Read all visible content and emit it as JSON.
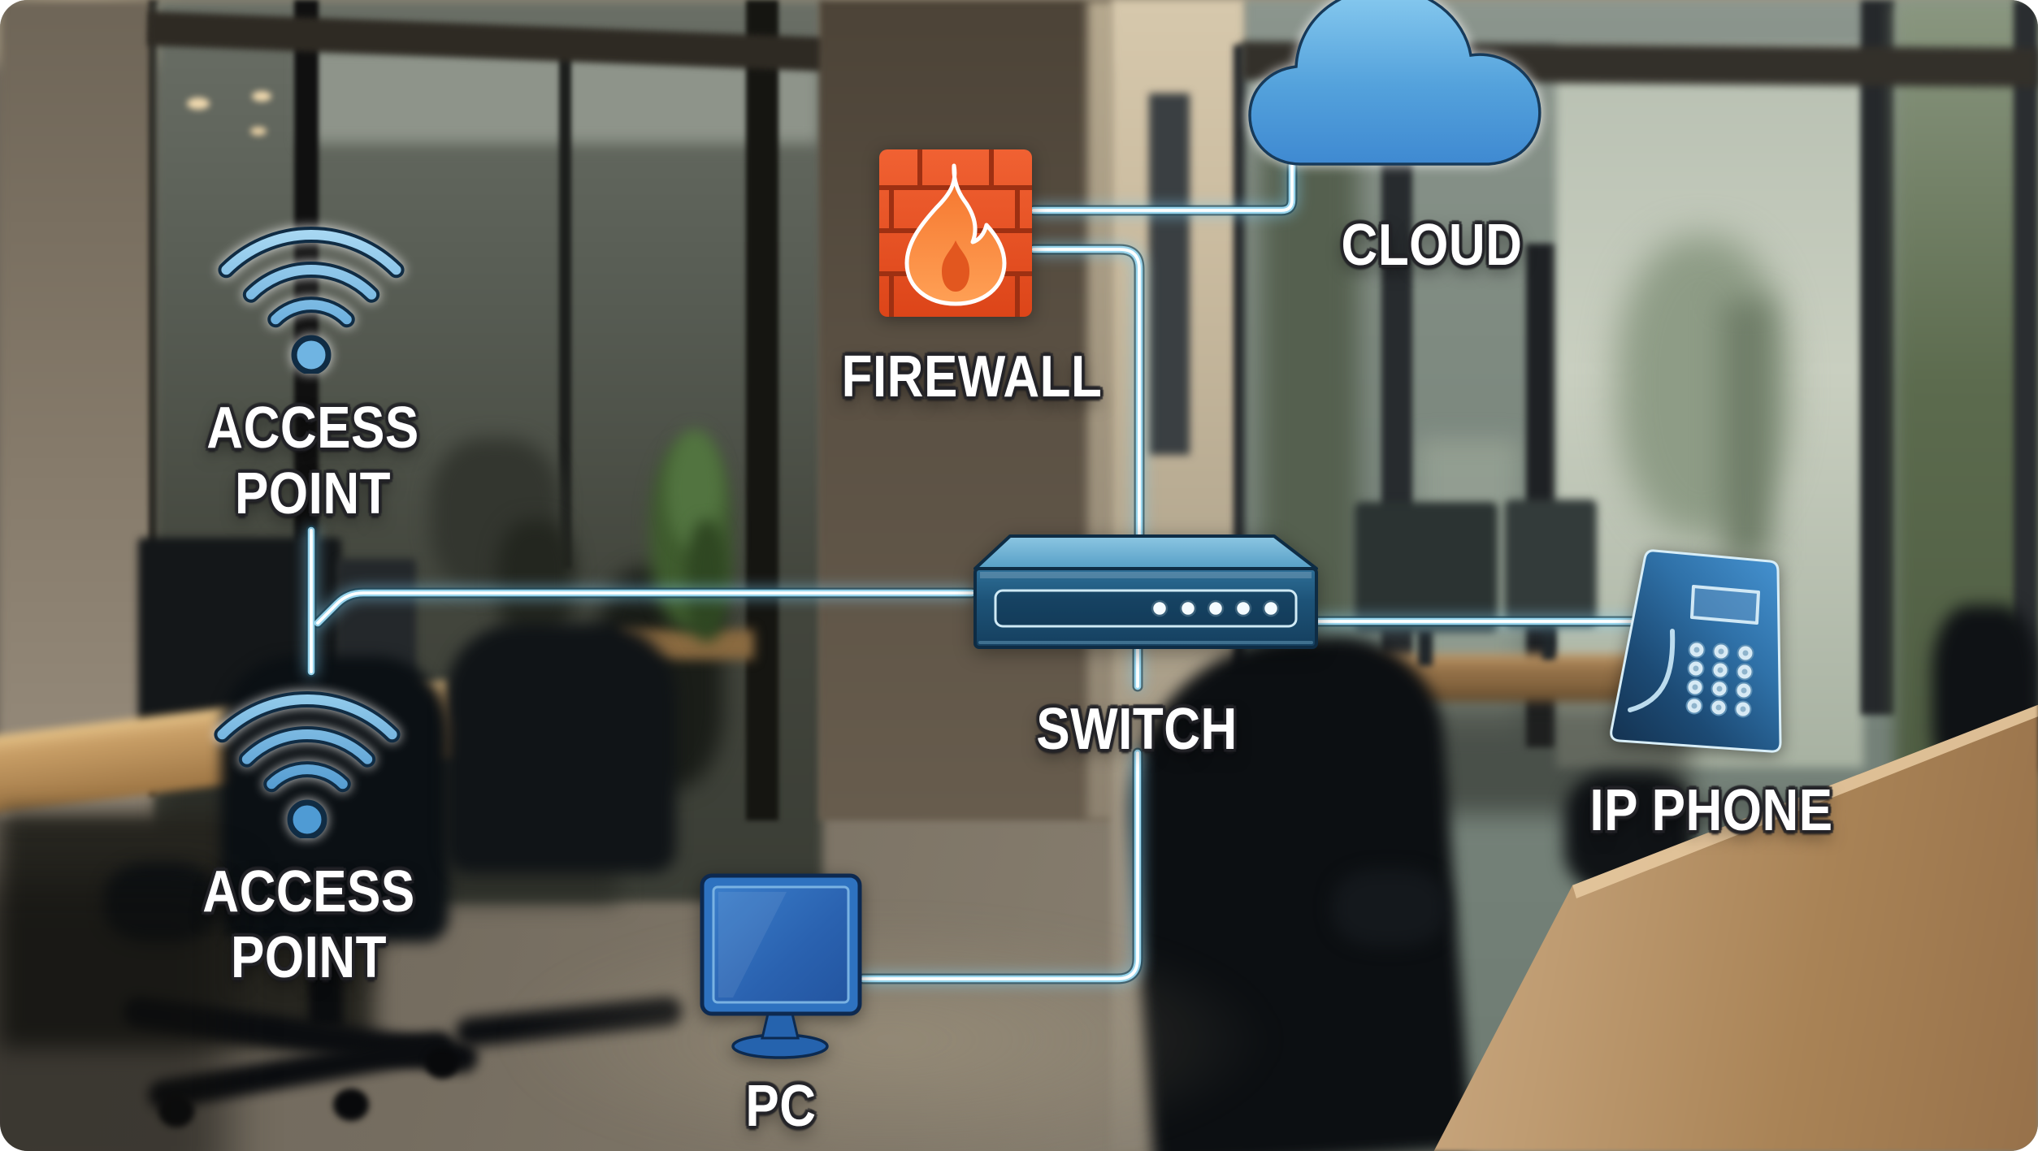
{
  "diagram": {
    "type": "network-topology",
    "setting": "office-photo-background",
    "nodes": [
      {
        "id": "cloud",
        "label": "CLOUD",
        "icon": "cloud-icon"
      },
      {
        "id": "firewall",
        "label": "FIREWALL",
        "icon": "firewall-brick-flame-icon"
      },
      {
        "id": "switch",
        "label": "SWITCH",
        "icon": "switch-box-icon",
        "led_count": 5
      },
      {
        "id": "access-point-1",
        "label": "ACCESS POINT",
        "icon": "wifi-icon"
      },
      {
        "id": "access-point-2",
        "label": "ACCESS POINT",
        "icon": "wifi-icon"
      },
      {
        "id": "pc",
        "label": "PC",
        "icon": "desktop-monitor-icon"
      },
      {
        "id": "ip-phone",
        "label": "IP PHONE",
        "icon": "ip-phone-icon"
      }
    ],
    "edges": [
      {
        "from": "firewall",
        "to": "cloud"
      },
      {
        "from": "firewall",
        "to": "switch"
      },
      {
        "from": "switch",
        "to": "access-point-1"
      },
      {
        "from": "access-point-1",
        "to": "access-point-2"
      },
      {
        "from": "switch",
        "to": "ip-phone"
      },
      {
        "from": "switch",
        "to": "pc"
      }
    ],
    "colors": {
      "connector_core": "#ffffff",
      "connector_glow": "#9fdcf4",
      "connector_rim": "#1a4356",
      "cloud_fill_top": "#8fd0f2",
      "cloud_fill_bottom": "#3c86d0",
      "firewall_brick": "#ec5628",
      "firewall_mortar": "#9e3012",
      "flame_fill": "#ff9a4c",
      "device_blue": "#2e72c0",
      "switch_top": "#8cc6e2",
      "switch_front": "#1d5378",
      "label_text": "#ffffff"
    }
  }
}
